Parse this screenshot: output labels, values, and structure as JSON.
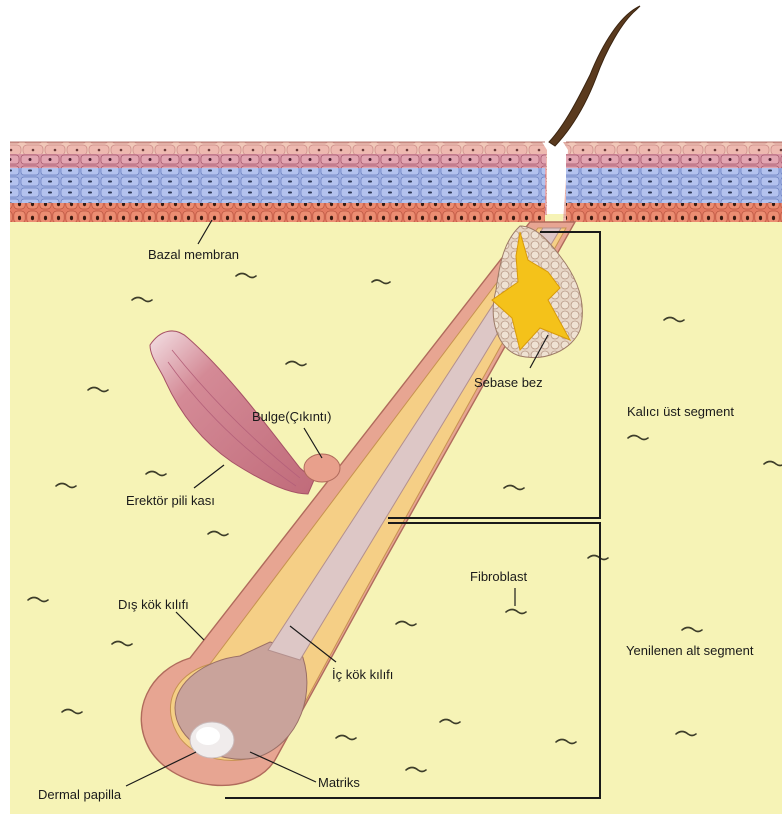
{
  "labels": {
    "basal_membrane": "Bazal membran",
    "sebaceous_gland": "Sebase bez",
    "bulge": "Bulge(Çıkıntı)",
    "arrector_pili": "Erektör pili kası",
    "permanent_upper_segment": "Kalıcı üst segment",
    "fibroblast": "Fibroblast",
    "outer_root_sheath": "Dış kök kılıfı",
    "inner_root_sheath": "İç kök kılıfı",
    "regenerating_lower_segment": "Yenilenen alt segment",
    "dermal_papilla": "Dermal papilla",
    "matrix": "Matriks"
  },
  "colors": {
    "dermis": "#f6f3b6",
    "epidermis_pink": "#d99aa8",
    "epidermis_blue": "#a8b8e6",
    "basal_red": "#e2705c",
    "outer_sheath": "#e7a592",
    "inner_sheath": "#f5cf86",
    "hair_shaft": "#ddc7c6",
    "sebaceous_yellow": "#f4c21a",
    "muscle": "#c97a86",
    "hair": "#5a3a1e"
  }
}
